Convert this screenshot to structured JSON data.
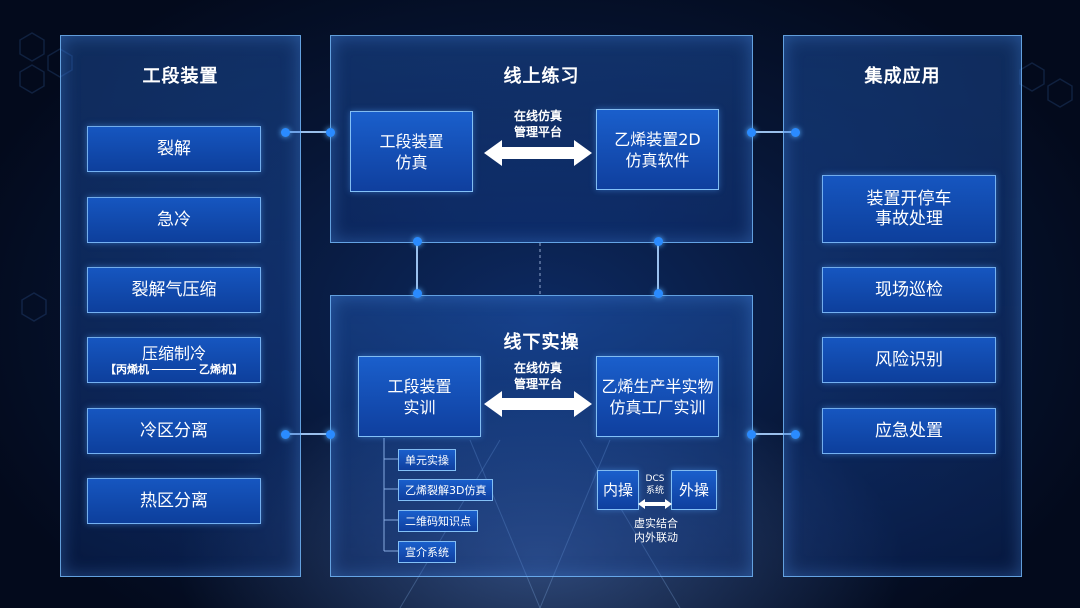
{
  "left_panel": {
    "title": "工段装置",
    "items": [
      "裂解",
      "急冷",
      "裂解气压缩",
      "冷区分离",
      "热区分离"
    ],
    "compression": {
      "label": "压缩制冷",
      "sub_left": "【丙烯机",
      "sub_right": "乙烯机】"
    }
  },
  "top_panel": {
    "title": "线上练习",
    "left_box": {
      "line1": "工段装置",
      "line2": "仿真"
    },
    "platform": {
      "line1": "在线仿真",
      "line2": "管理平台"
    },
    "right_box": {
      "line1": "乙烯装置2D",
      "line2": "仿真软件"
    }
  },
  "bottom_panel": {
    "title": "线下实操",
    "left_box": {
      "line1": "工段装置",
      "line2": "实训"
    },
    "platform": {
      "line1": "在线仿真",
      "line2": "管理平台"
    },
    "right_box": {
      "line1": "乙烯生产半实物",
      "line2": "仿真工厂实训"
    },
    "sub_items": [
      "单元实操",
      "乙烯裂解3D仿真",
      "二维码知识点",
      "宣介系统"
    ],
    "inner_op": "内操",
    "outer_op": "外操",
    "dcs": {
      "line1": "DCS",
      "line2": "系统"
    },
    "note": {
      "line1": "虚实结合",
      "line2": "内外联动"
    }
  },
  "right_panel": {
    "title": "集成应用",
    "items": [
      {
        "line1": "装置开停车",
        "line2": "事故处理"
      },
      {
        "line1": "现场巡检",
        "line2": ""
      },
      {
        "line1": "风险识别",
        "line2": ""
      },
      {
        "line1": "应急处置",
        "line2": ""
      }
    ]
  },
  "colors": {
    "accent": "#2a8bff",
    "box": "#1656c0",
    "border": "#8cc8ff",
    "background": "#071636"
  }
}
